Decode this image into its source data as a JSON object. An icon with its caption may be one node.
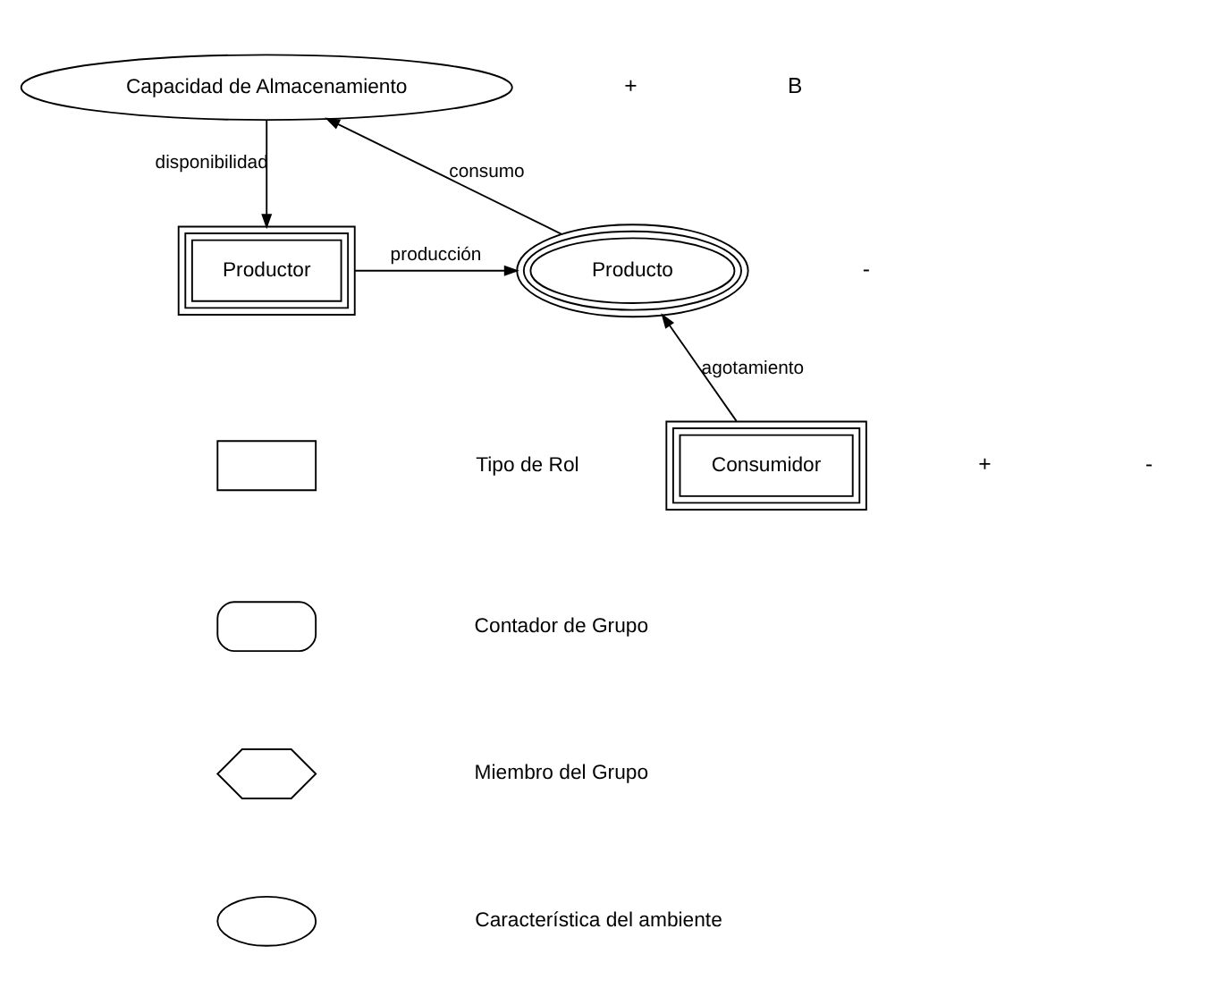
{
  "diagram": {
    "nodes": [
      {
        "text": [
          "Capacidad de Almacenamiento"
        ]
      },
      {
        "text": [
          "Productor"
        ]
      },
      {
        "text": [
          "Producto"
        ]
      },
      {
        "text": [
          "Consumidor"
        ]
      },
      {
        "text": [],
        "shape": "box"
      },
      {
        "text": [],
        "shape": "box"
      },
      {
        "text": [],
        "shape": "hexagon"
      },
      {
        "text": [],
        "shape": "ellipse"
      }
    ],
    "edges": [
      {
        "from": 0,
        "to": 1,
        "arrow": "to",
        "label": "disponibilidad"
      },
      {
        "from": 1,
        "to": 2,
        "arrow": "to",
        "label": "producción"
      },
      {
        "from": 2,
        "to": 0,
        "arrow": "to",
        "label": "consumo"
      },
      {
        "from": 3,
        "to": 2,
        "arrow": "to",
        "label": "agotamiento"
      }
    ],
    "labels": [
      "+",
      "B",
      "-",
      "+",
      "-"
    ],
    "legend": [
      {
        "text": "Tipo de Rol"
      },
      {
        "text": "Contador de Grupo"
      },
      {
        "text": "Miembro del Grupo"
      },
      {
        "text": "Característica del ambiente"
      }
    ]
  }
}
